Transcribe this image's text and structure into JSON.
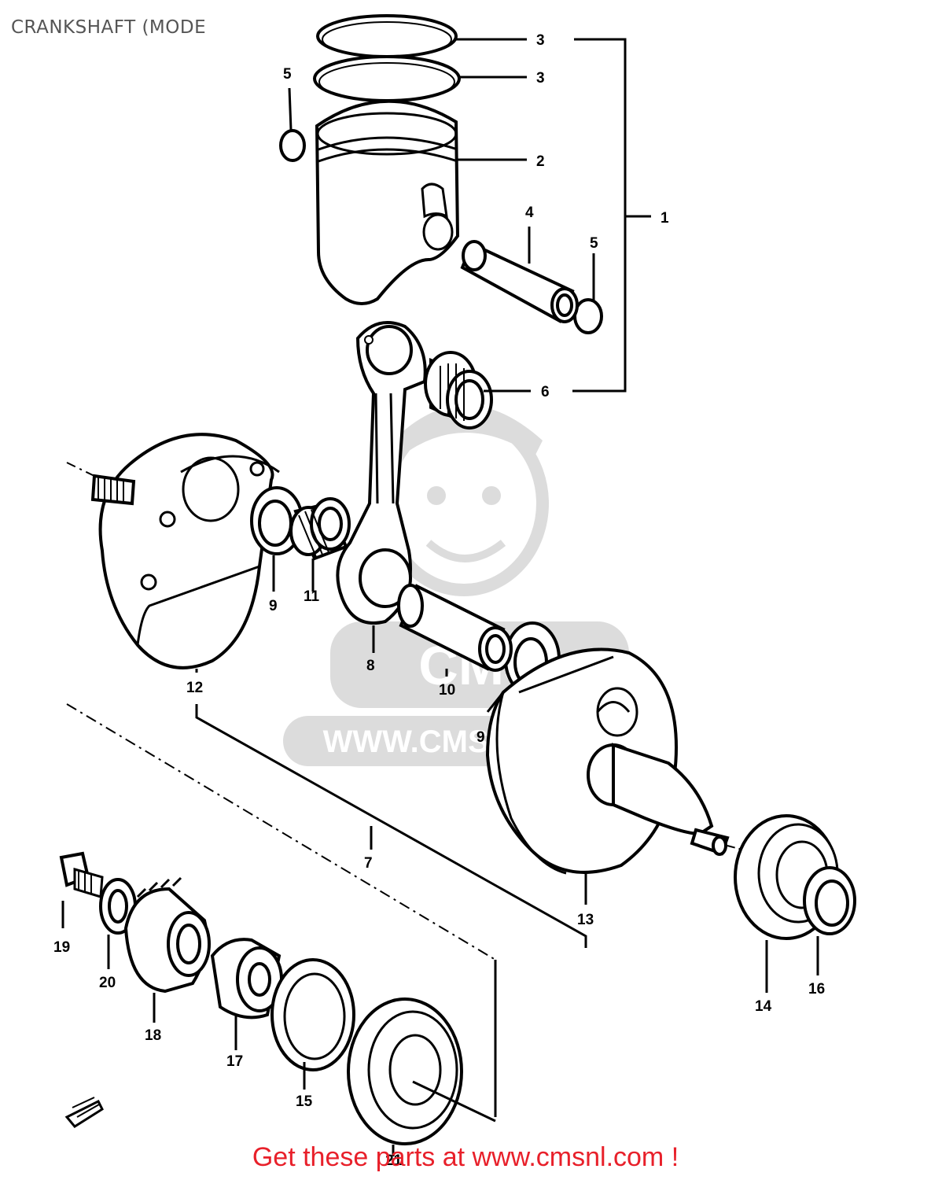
{
  "title": "CRANKSHAFT (MODE",
  "watermark": {
    "url_text": "WWW.CMSNL.COM",
    "color": "#d8d8d8"
  },
  "footer": {
    "prefix": "Get these parts at ",
    "link": "www.cmsnl.com",
    "suffix": " !",
    "color": "#e8202a"
  },
  "callouts": {
    "c1": "1",
    "c2": "2",
    "c3a": "3",
    "c3b": "3",
    "c4": "4",
    "c5a": "5",
    "c5b": "5",
    "c6": "6",
    "c7": "7",
    "c8": "8",
    "c9a": "9",
    "c9b": "9",
    "c10": "10",
    "c11": "11",
    "c12": "12",
    "c13": "13",
    "c14": "14",
    "c15": "15",
    "c16": "16",
    "c17": "17",
    "c18": "18",
    "c19": "19",
    "c20": "20",
    "c21": "21"
  }
}
